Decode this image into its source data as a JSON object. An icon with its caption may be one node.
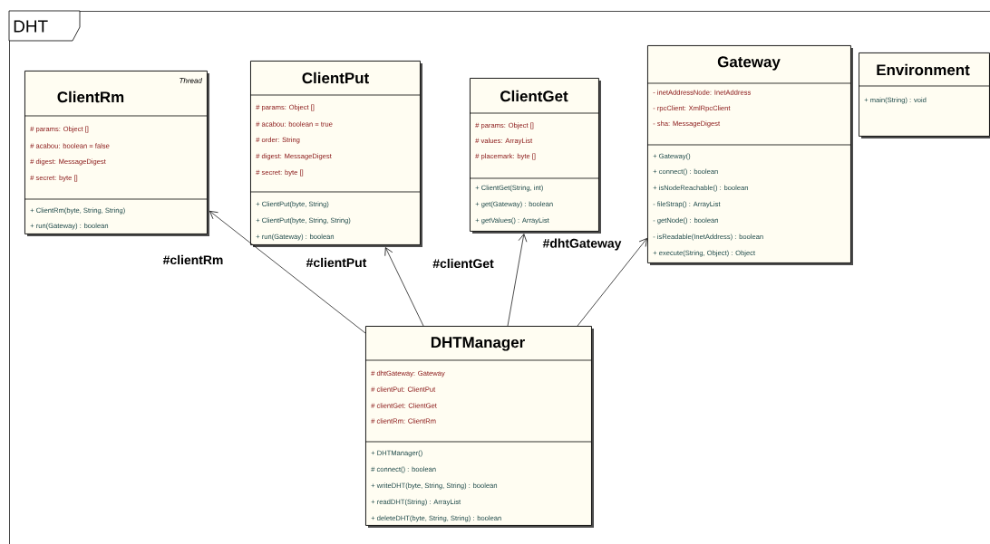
{
  "diagram": {
    "nodes": [
      {
        "text": [
          "DHT"
        ]
      },
      {
        "text": [
          "Thread",
          "ClientRm",
          "# params: Object []",
          "# acabou: boolean = false",
          "# digest: MessageDigest",
          "# secret: byte []",
          "+ ClientRm(byte, String, String)",
          "+ run(Gateway) : boolean"
        ],
        "in": 0
      },
      {
        "text": [
          "ClientPut",
          "# params: Object []",
          "# acabou: boolean = true",
          "# order: String",
          "# digest: MessageDigest",
          "# secret: byte []",
          "+ ClientPut(byte, String)",
          "+ ClientPut(byte, String, String)",
          "+ run(Gateway) : boolean"
        ],
        "in": 0
      },
      {
        "text": [
          "ClientGet",
          "# params: Object []",
          "# values: ArrayList",
          "# placemark: byte []",
          "+ ClientGet(String, int)",
          "+ get(Gateway) : boolean",
          "+ getValues() : ArrayList"
        ],
        "in": 0
      },
      {
        "text": [
          "Gateway",
          "- inetAddressNode: InetAddress",
          "- rpcClient: XmlRpcClient",
          "- sha: MessageDigest",
          "+ Gateway()",
          "+ connect() : boolean",
          "+ isNodeReachable() : boolean",
          "- fileStrap() : ArrayList",
          "- getNode() : boolean",
          "- isReadable(InetAddress) : boolean",
          "+ execute(String, Object) : Object"
        ],
        "in": 0
      },
      {
        "text": [
          "Environment",
          "+ main(String) : void"
        ],
        "in": 0
      },
      {
        "text": [
          "DHTManager",
          "# dhtGateway: Gateway",
          "# clientPut: ClientPut",
          "# clientGet: ClientGet",
          "# clientRm: ClientRm",
          "+ DHTManager()",
          "# connect() : boolean",
          "+ writeDHT(byte, String, String) : boolean",
          "+ readDHT(String) : ArrayList",
          "+ deleteDHT(byte, String, String) : boolean"
        ],
        "in": 0
      }
    ],
    "edges": [
      {
        "from": 6,
        "to": 1,
        "arrow": "to",
        "label": "#clientRm"
      },
      {
        "from": 6,
        "to": 2,
        "arrow": "to",
        "label": "#clientPut"
      },
      {
        "from": 6,
        "to": 3,
        "arrow": "to",
        "label": "#clientGet"
      },
      {
        "from": 6,
        "to": 4,
        "arrow": "to",
        "label": "#dhtGateway"
      }
    ]
  }
}
